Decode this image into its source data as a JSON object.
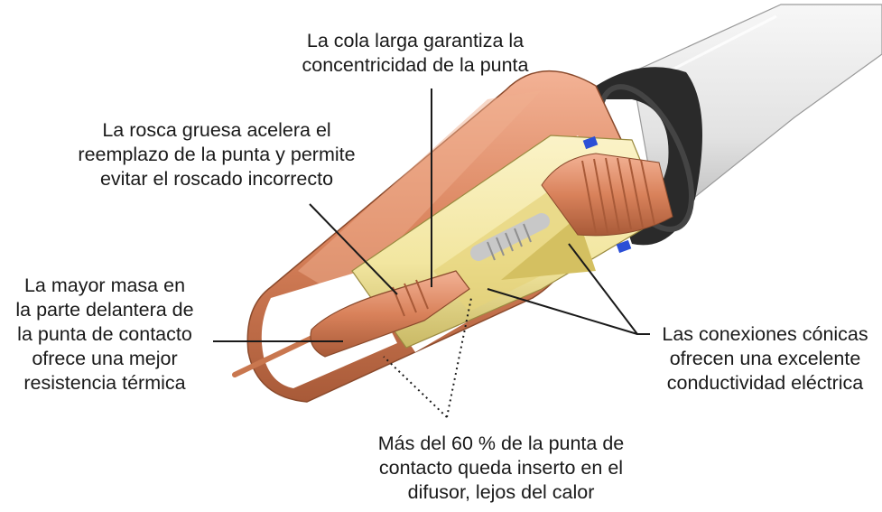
{
  "callouts": {
    "cola": [
      "La cola larga garantiza la",
      "concentricidad de la punta"
    ],
    "rosca": [
      "La rosca gruesa acelera el",
      "reemplazo de la punta y permite",
      "evitar el roscado incorrecto"
    ],
    "masa": [
      "La mayor masa en",
      "la parte delantera de",
      "la punta de contacto",
      "ofrece una mejor",
      "resistencia térmica"
    ],
    "conicas": [
      "Las conexiones cónicas",
      "ofrecen una excelente",
      "conductividad eléctrica"
    ],
    "inserto": [
      "Más del 60 % de la punta de",
      "contacto queda inserto en el",
      "difusor, lejos del calor"
    ]
  },
  "colors": {
    "copper": "#d9825b",
    "copper_dark": "#a85a38",
    "brass": "#f2e6a0",
    "brass_dark": "#c9b965",
    "insulator": "#2a2a2a",
    "cable": "#e6e6e6",
    "spring": "#c8c8c8",
    "clip": "#2b4fd6",
    "text": "#1a1a1a"
  }
}
